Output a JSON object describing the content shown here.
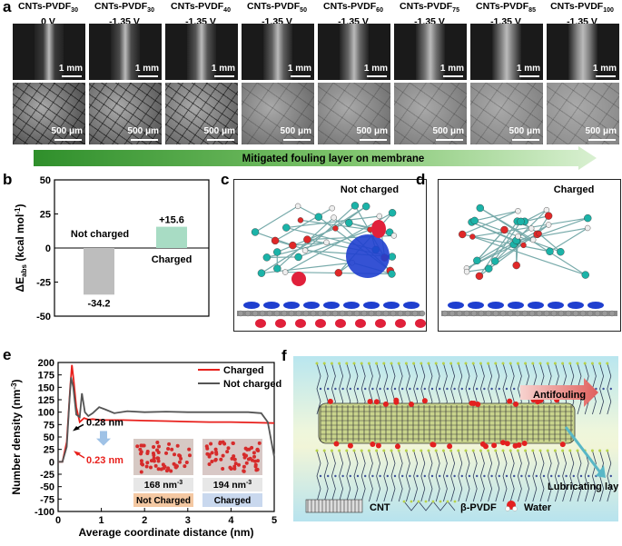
{
  "panel_labels": {
    "a": "a",
    "b": "b",
    "c": "c",
    "d": "d",
    "e": "e",
    "f": "f"
  },
  "panel_a": {
    "columns": [
      {
        "name": "CNTs-PVDF",
        "sub": "30",
        "voltage": "0 V",
        "tone": "#3a3a3a"
      },
      {
        "name": "CNTs-PVDF",
        "sub": "30",
        "voltage": "-1.35 V",
        "tone": "#4a4a4a"
      },
      {
        "name": "CNTs-PVDF",
        "sub": "40",
        "voltage": "-1.35 V",
        "tone": "#555"
      },
      {
        "name": "CNTs-PVDF",
        "sub": "50",
        "voltage": "-1.35 V",
        "tone": "#5e5e5e"
      },
      {
        "name": "CNTs-PVDF",
        "sub": "60",
        "voltage": "-1.35 V",
        "tone": "#666"
      },
      {
        "name": "CNTs-PVDF",
        "sub": "75",
        "voltage": "-1.35 V",
        "tone": "#707070"
      },
      {
        "name": "CNTs-PVDF",
        "sub": "85",
        "voltage": "-1.35 V",
        "tone": "#7a7a7a"
      },
      {
        "name": "CNTs-PVDF",
        "sub": "100",
        "voltage": "-1.35 V",
        "tone": "#858585"
      }
    ],
    "scale_top": "1 mm",
    "scale_bottom": "500 μm",
    "arrow_label": "Mitigated fouling layer on membrane"
  },
  "panel_b": {
    "chart_data": {
      "type": "bar",
      "categories": [
        "Not charged",
        "Charged"
      ],
      "values": [
        -34.2,
        15.6
      ],
      "value_labels": [
        "-34.2",
        "+15.6"
      ],
      "ylabel": "ΔE",
      "ylabel_sub": "abs",
      "ylabel_unit": " (kcal mol",
      "ylabel_sup": "-1",
      "ylabel_end": ")",
      "ylim": [
        -50,
        50
      ],
      "yticks": [
        -50,
        -25,
        0,
        25,
        50
      ],
      "colors": [
        "#bdbdbd",
        "#a8dcc4"
      ]
    }
  },
  "panel_c": {
    "title": "Not charged"
  },
  "panel_d": {
    "title": "Charged"
  },
  "panel_e": {
    "chart_data": {
      "type": "line",
      "xlabel": "Average coordinate distance (nm)",
      "ylabel": "Number density (nm",
      "ylabel_sup": "-3",
      "ylabel_end": ")",
      "xlim": [
        0,
        5
      ],
      "ylim": [
        -100,
        200
      ],
      "xticks": [
        0,
        1,
        2,
        3,
        4,
        5
      ],
      "yticks": [
        -100,
        -75,
        -50,
        -25,
        0,
        25,
        50,
        75,
        100,
        125,
        150,
        175,
        200
      ],
      "series": [
        {
          "name": "Charged",
          "color": "#e8201c",
          "x": [
            0,
            0.1,
            0.2,
            0.28,
            0.32,
            0.36,
            0.42,
            0.5,
            0.6,
            0.7,
            0.8,
            0.9,
            1.0,
            1.2,
            1.5,
            2,
            2.5,
            3,
            3.5,
            4,
            4.5,
            5
          ],
          "y": [
            0,
            0,
            40,
            150,
            195,
            165,
            110,
            80,
            88,
            85,
            86,
            85,
            84,
            84,
            84,
            83,
            82,
            81,
            80,
            80,
            79,
            78
          ]
        },
        {
          "name": "Not charged",
          "color": "#555555",
          "x": [
            0,
            0.1,
            0.2,
            0.26,
            0.3,
            0.35,
            0.42,
            0.5,
            0.55,
            0.62,
            0.7,
            0.8,
            0.95,
            1.1,
            1.3,
            1.6,
            2,
            2.5,
            3,
            3.5,
            4,
            4.4,
            4.7,
            4.85,
            5
          ],
          "y": [
            0,
            0,
            30,
            120,
            170,
            150,
            95,
            90,
            138,
            100,
            92,
            98,
            110,
            105,
            98,
            102,
            100,
            101,
            100,
            100,
            100,
            100,
            98,
            80,
            10
          ]
        }
      ],
      "annotations": {
        "a1": "0.28 nm",
        "a2": "0.23 nm"
      },
      "insets": [
        {
          "value": "168 nm",
          "sup": "-3",
          "label": "Not Charged",
          "label_bg": "#f4c8a2"
        },
        {
          "value": "194 nm",
          "sup": "-3",
          "label": "Charged",
          "label_bg": "#c9d8ee"
        }
      ]
    }
  },
  "panel_f": {
    "labels": {
      "antifouling": "Antifouling",
      "lubricating": "Lubricating layer"
    },
    "legend": {
      "cnt": "CNT",
      "pvdf": "β-PVDF",
      "water": "Water"
    }
  }
}
